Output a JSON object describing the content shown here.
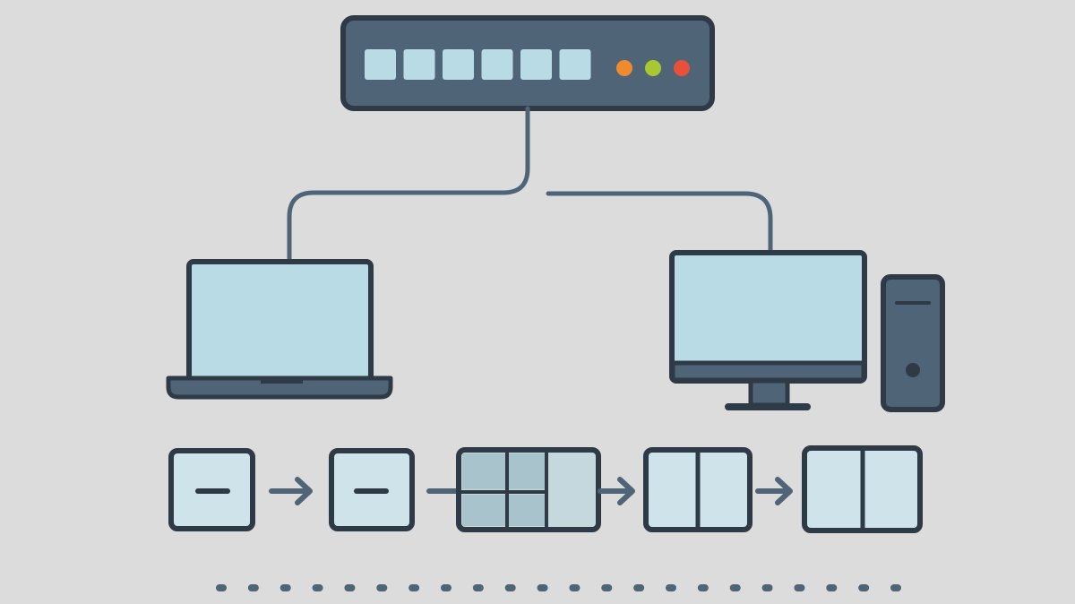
{
  "colors": {
    "background": "#dcdcdc",
    "outline": "#2e3a45",
    "device_body": "#4f6477",
    "screen_fill": "#b9dbe5",
    "panel_fill": "#cfe3ea",
    "panel_dim": "#a9c3cd",
    "panel_light": "#c4d8de",
    "arrow": "#4f6477",
    "cable": "#4f6477"
  },
  "switch": {
    "port_count": 6,
    "leds": [
      {
        "name": "orange-led",
        "color": "#ef8a2f"
      },
      {
        "name": "green-led",
        "color": "#a8c832"
      },
      {
        "name": "red-led",
        "color": "#e8503a"
      }
    ]
  },
  "devices": [
    {
      "name": "laptop-icon"
    },
    {
      "name": "desktop-monitor-icon"
    },
    {
      "name": "tower-pc-icon"
    }
  ],
  "steps": [
    {
      "name": "step-1-single-window",
      "kind": "dash"
    },
    {
      "name": "step-2-single-window",
      "kind": "dash"
    },
    {
      "name": "step-3-grid-layout",
      "kind": "grid"
    },
    {
      "name": "step-4-split-layout",
      "kind": "split"
    },
    {
      "name": "step-5-split-layout",
      "kind": "split"
    }
  ],
  "dots": {
    "count": 22
  }
}
